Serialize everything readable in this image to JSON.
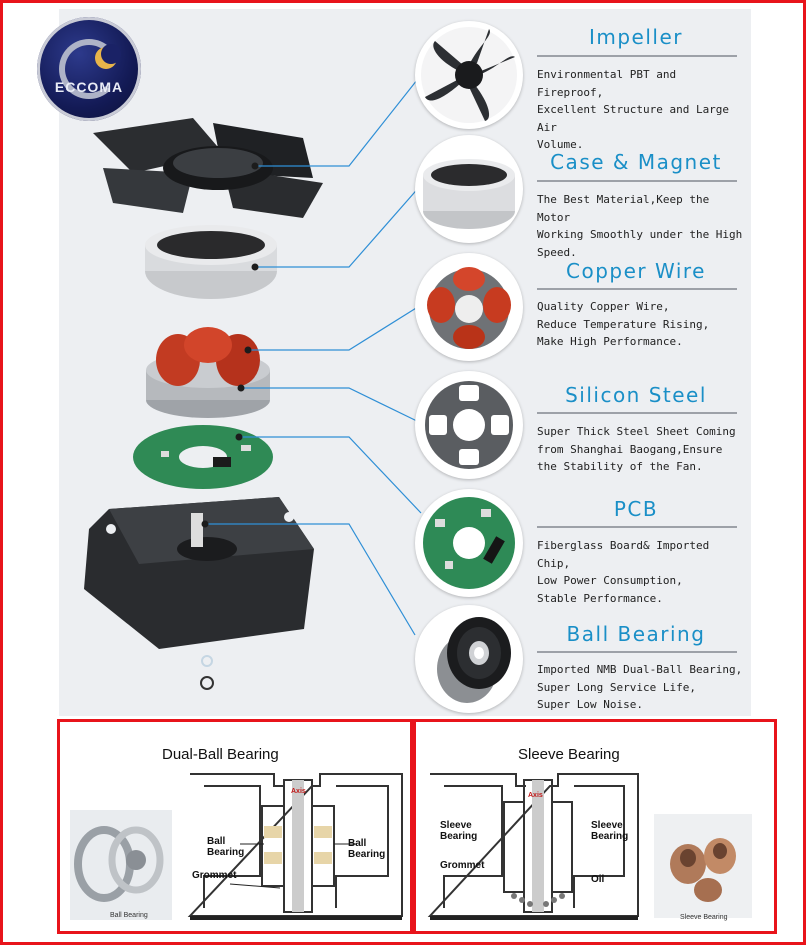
{
  "brand": {
    "logo_text": "ECCOMA"
  },
  "colors": {
    "title_blue": "#1a8fc7",
    "border_red": "#e8141b",
    "line_blue": "#2f8fd6"
  },
  "components": [
    {
      "title": "Impeller",
      "lines": [
        "Environmental PBT and Fireproof,",
        "Excellent Structure and Large Air",
        "Volume."
      ]
    },
    {
      "title": "Case & Magnet",
      "lines": [
        "The Best Material,Keep the Motor",
        "Working Smoothly under the High",
        "Speed."
      ]
    },
    {
      "title": "Copper Wire",
      "lines": [
        "Quality Copper Wire,",
        "Reduce Temperature Rising,",
        "Make High Performance."
      ]
    },
    {
      "title": "Silicon Steel",
      "lines": [
        "Super Thick Steel Sheet Coming",
        "from Shanghai Baogang,Ensure",
        "the Stability of the Fan."
      ]
    },
    {
      "title": "PCB",
      "lines": [
        "Fiberglass Board& Imported Chip,",
        "Low Power Consumption,",
        "Stable Performance."
      ]
    },
    {
      "title": "Ball Bearing",
      "lines": [
        "Imported NMB Dual-Ball Bearing,",
        "Super Long Service Life,",
        "Super Low Noise."
      ]
    }
  ],
  "dual_ball": {
    "title": "Dual-Ball Bearing",
    "axis": "Axis",
    "label_left": [
      "Ball",
      "Bearing"
    ],
    "label_right": [
      "Ball",
      "Bearing"
    ],
    "grommet": "Grommet",
    "photo_caption": "Ball Bearing"
  },
  "sleeve": {
    "title": "Sleeve Bearing",
    "axis": "Axis",
    "label_left": [
      "Sleeve",
      "Bearing"
    ],
    "label_right": [
      "Sleeve",
      "Bearing"
    ],
    "grommet": "Grommet",
    "oil": "Oil",
    "photo_caption": "Sleeve Bearing"
  }
}
